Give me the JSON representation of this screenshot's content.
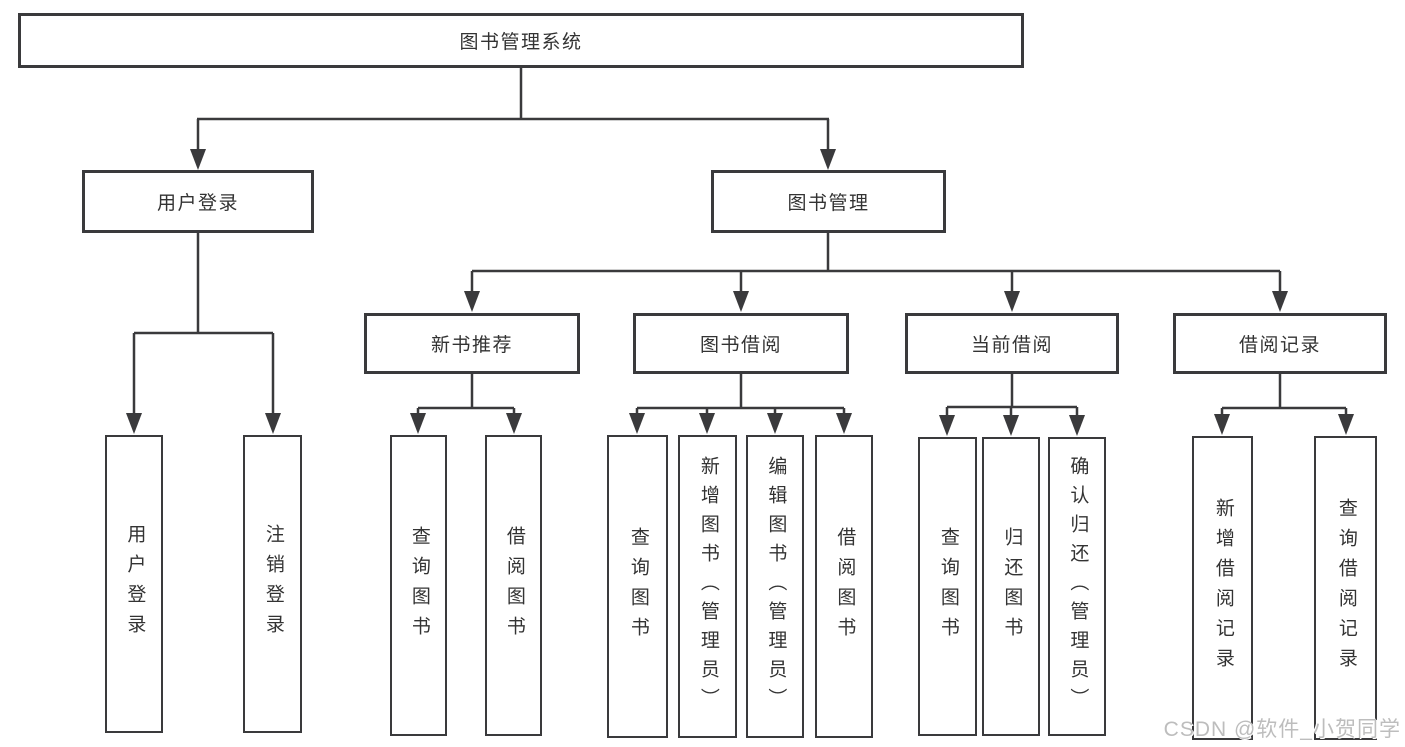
{
  "colors": {
    "line": "#3a3a3c",
    "text": "#333333",
    "background": "#ffffff",
    "watermark": "#bdbdbd"
  },
  "watermark": {
    "text": "CSDN @软件_小贺同学"
  },
  "tree": {
    "label": "图书管理系统",
    "children": [
      {
        "label": "用户登录",
        "children": [
          {
            "label": "用户登录"
          },
          {
            "label": "注销登录"
          }
        ]
      },
      {
        "label": "图书管理",
        "children": [
          {
            "label": "新书推荐",
            "children": [
              {
                "label": "查询图书"
              },
              {
                "label": "借阅图书"
              }
            ]
          },
          {
            "label": "图书借阅",
            "children": [
              {
                "label": "查询图书"
              },
              {
                "label": "新增图书（管理员）"
              },
              {
                "label": "编辑图书（管理员）"
              },
              {
                "label": "借阅图书"
              }
            ]
          },
          {
            "label": "当前借阅",
            "children": [
              {
                "label": "查询图书"
              },
              {
                "label": "归还图书"
              },
              {
                "label": "确认归还（管理员）"
              }
            ]
          },
          {
            "label": "借阅记录",
            "children": [
              {
                "label": "新增借阅记录"
              },
              {
                "label": "查询借阅记录"
              }
            ]
          }
        ]
      }
    ]
  }
}
